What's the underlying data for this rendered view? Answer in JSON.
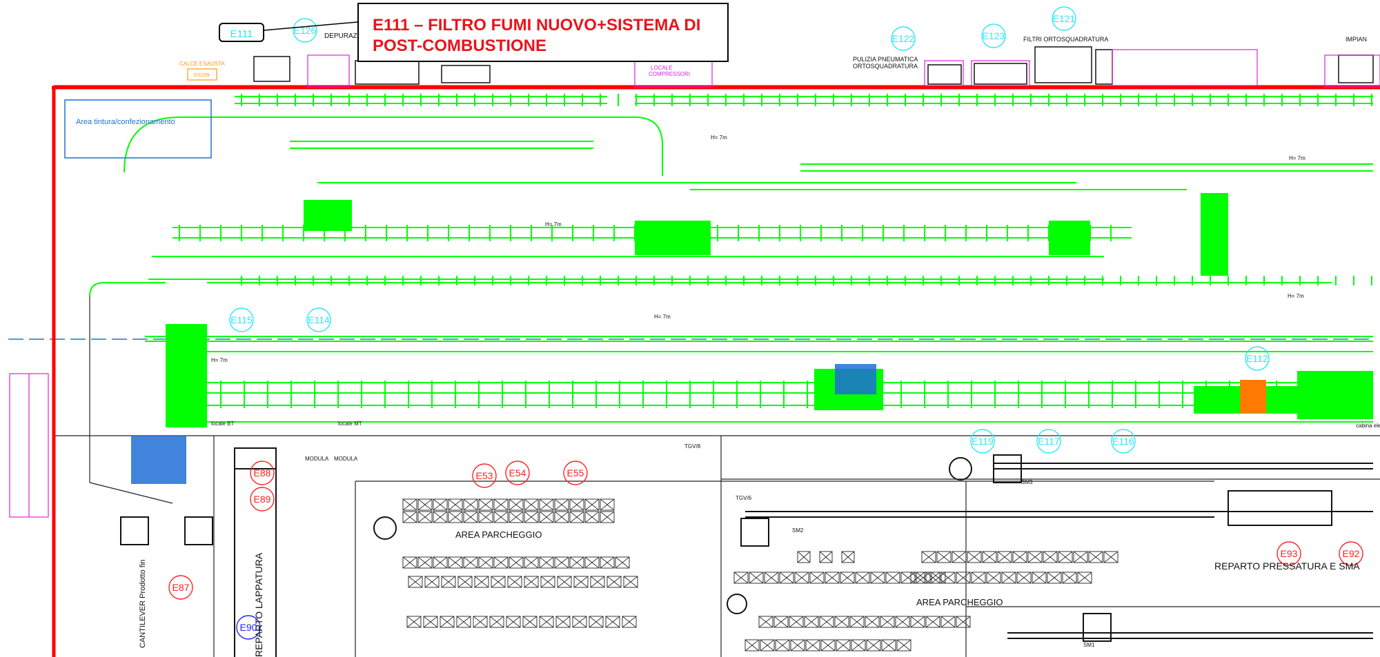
{
  "callout": {
    "line1": "E111 – FILTRO FUMI NUOVO+SISTEMA DI",
    "line2": "POST-COMBUSTIONE",
    "tag": "E111"
  },
  "colors": {
    "boundary": "#ff0000",
    "equipment": "#00ff00",
    "cyan_marker": "#2ee6f5",
    "red_marker": "#ff2020",
    "label_magenta": "#e020e0",
    "label_orange": "#ff9900",
    "area_blue": "#1f6fd6",
    "blue_marker": "#2020ff"
  },
  "top_labels": {
    "depurazione": "DEPURAZ",
    "calce_esausta": "CALCE ESAUSTA",
    "calce_code": "101209",
    "locale_compressori_1": "LOCALE",
    "locale_compressori_2": "COMPRESSORI",
    "pulizia_1": "PULIZIA PNEUMATICA",
    "pulizia_2": "ORTOSQUADRATURA",
    "filtri": "FILTRI ORTOSQUADRATURA",
    "impianti": "IMPIAN"
  },
  "cyan_markers": [
    "E126",
    "E122",
    "E123",
    "E121",
    "E115",
    "E114",
    "E112",
    "E119",
    "E117",
    "E116"
  ],
  "red_markers": [
    "E53",
    "E54",
    "E55",
    "E88",
    "E89",
    "E87",
    "E93",
    "E92"
  ],
  "blue_markers": [
    "E90"
  ],
  "areas": {
    "tintura": "Area tintura/confezionamento",
    "parcheggio_1": "AREA PARCHEGGIO",
    "parcheggio_2": "AREA PARCHEGGIO",
    "lappatura": "REPARTO LAPPATURA",
    "pressatura": "REPARTO PRESSATURA E SMA",
    "cantilever": "CANTILEVER Prodotto fin"
  },
  "small_labels": {
    "h1": "H= 7m",
    "h2": "H= 7m",
    "h3": "H= 7m",
    "h4": "H= 7m",
    "h5": "H= 7m",
    "h6": "H= 7m",
    "modula1": "MODULA",
    "modula2": "MODULA",
    "sm1": "SM1",
    "sm2": "SM2",
    "sm3": "SM3",
    "tgv1": "TGV/6",
    "tgv2": "TGV/8",
    "locale_bt": "locale BT",
    "locale_mt": "locale MT",
    "cabina": "cabina elettrica"
  }
}
